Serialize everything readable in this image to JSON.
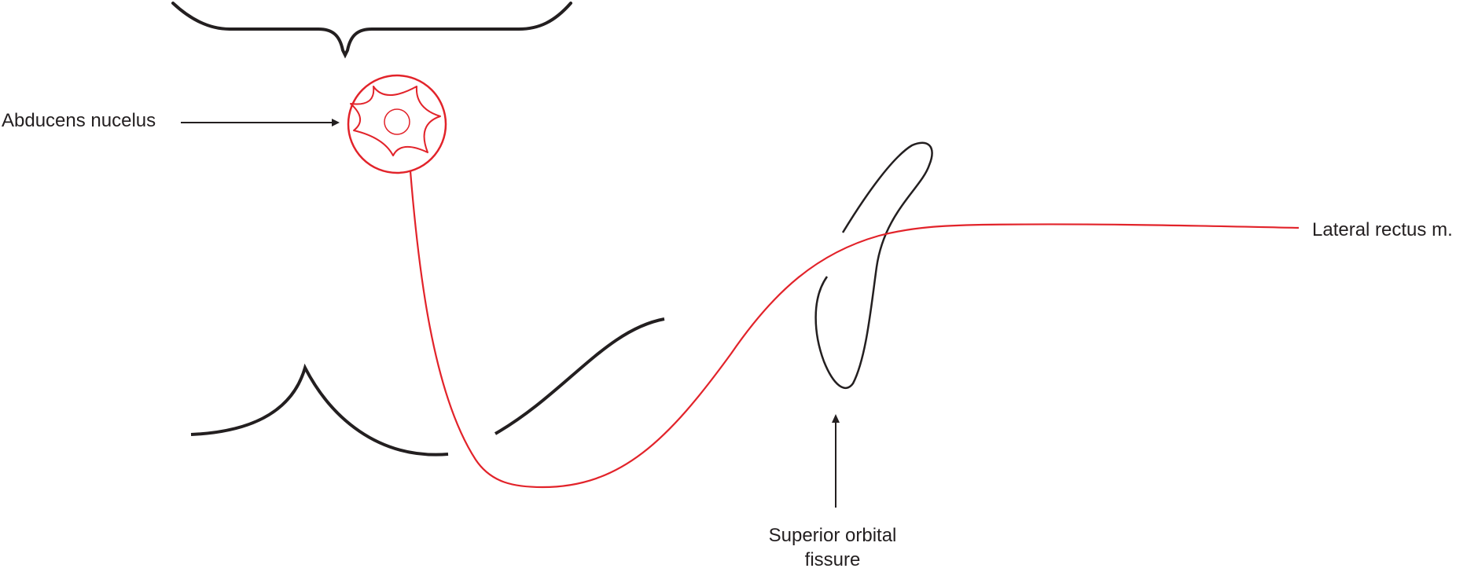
{
  "labels": {
    "abducens_nucleus": "Abducens nucelus",
    "lateral_rectus": "Lateral rectus m.",
    "superior_orbital_fissure_line1": "Superior orbital",
    "superior_orbital_fissure_line2": "fissure"
  },
  "colors": {
    "nerve": "#e2232a",
    "outline": "#231f20",
    "background": "#ffffff"
  }
}
